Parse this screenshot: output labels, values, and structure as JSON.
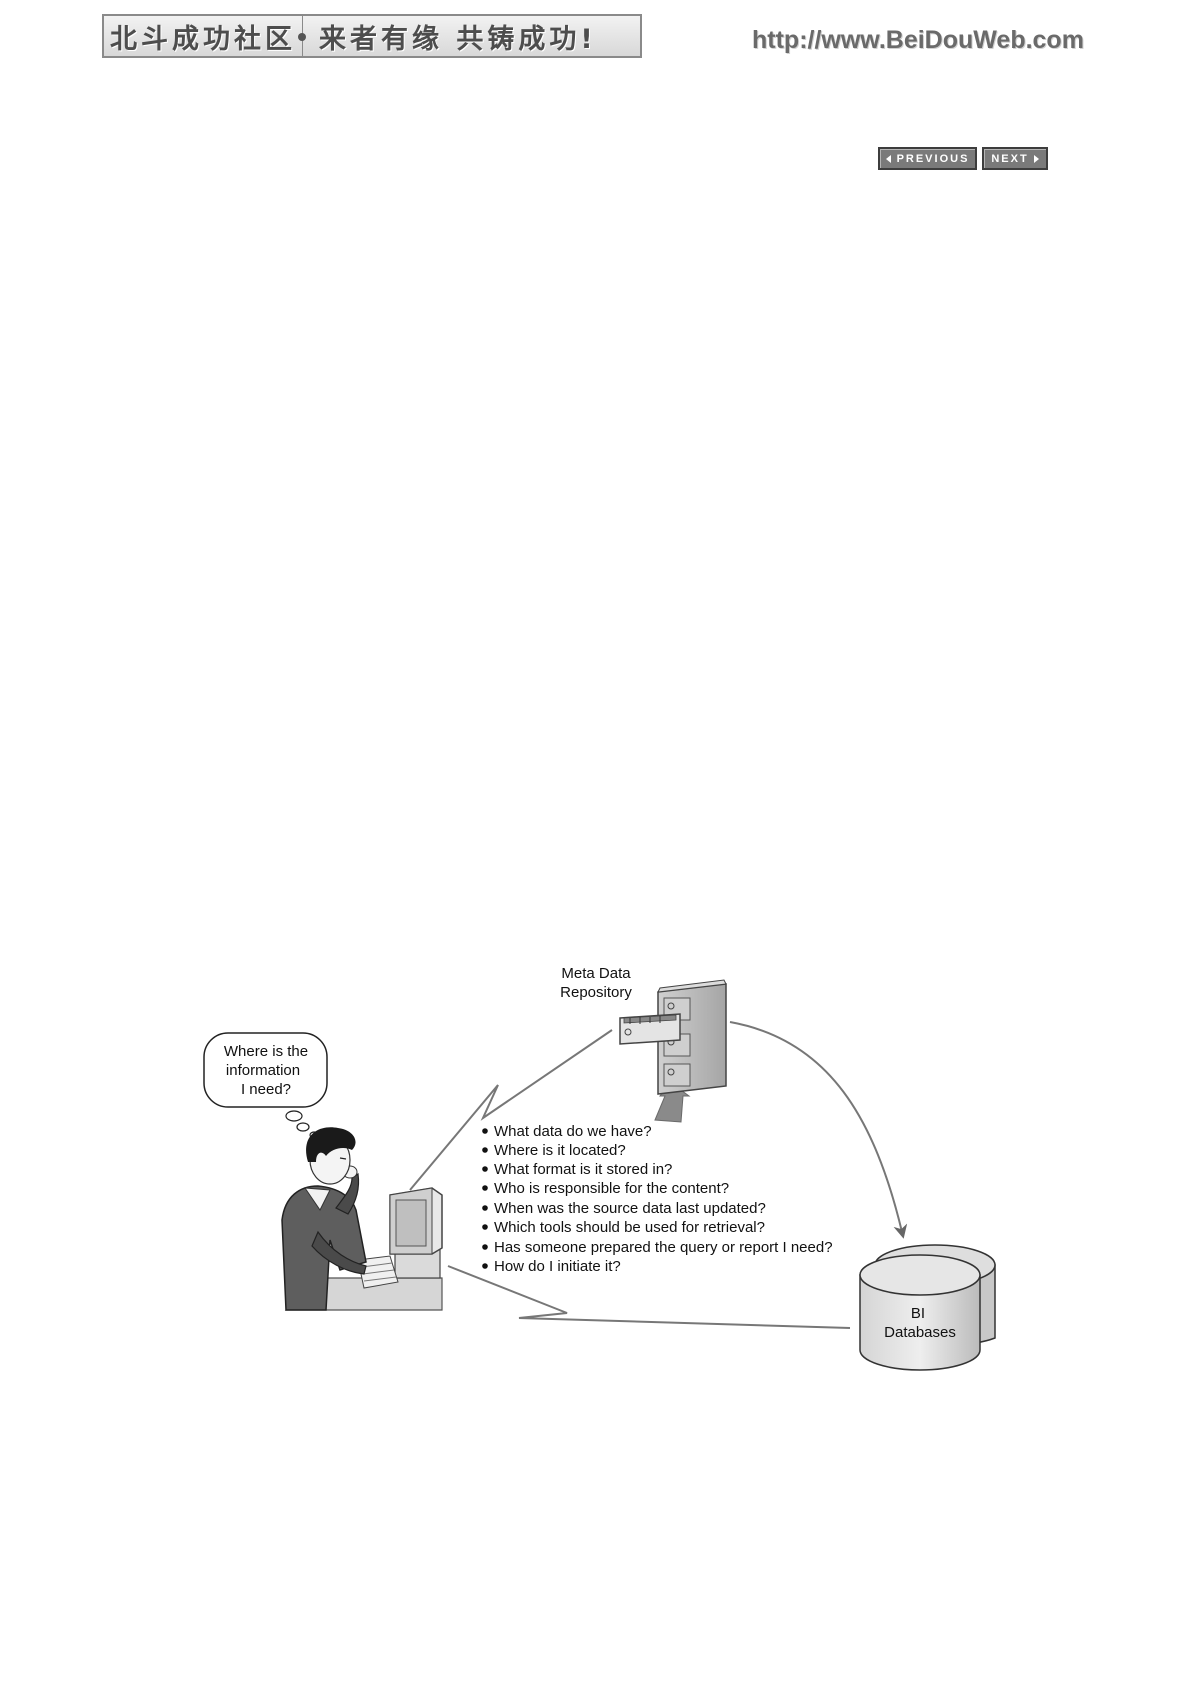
{
  "header": {
    "banner_left": "北斗成功社区",
    "banner_right": "来者有缘 共铸成功!",
    "site_url": "http://www.BeiDouWeb.com"
  },
  "nav": {
    "previous_label": "PREVIOUS",
    "next_label": "NEXT"
  },
  "diagram": {
    "thought_bubble": [
      "Where is the",
      "information",
      "I need?"
    ],
    "repository_label": [
      "Meta Data",
      "Repository"
    ],
    "database_label": [
      "BI",
      "Databases"
    ],
    "questions": [
      "What data do we have?",
      "Where is it located?",
      "What format is it stored in?",
      "Who is responsible for the content?",
      "When was the source data last updated?",
      "Which tools should be used for retrieval?",
      "Has someone prepared the query or report I need?",
      "How do I initiate it?"
    ]
  }
}
